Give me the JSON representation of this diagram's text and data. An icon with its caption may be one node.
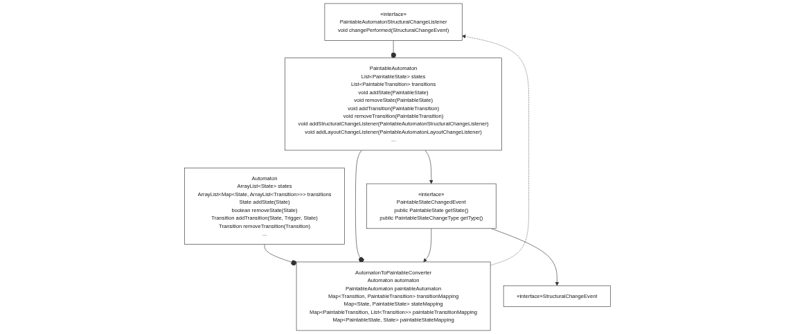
{
  "diagram": {
    "nodes": [
      {
        "text": [
          "«interface»",
          "PaintableAutomatonStructuralChangeListener",
          "void changePerformed(StructuralChangeEvent)"
        ]
      },
      {
        "text": [
          "Automaton",
          "ArrayList<State> states",
          "ArrayList<Map<State, ArrayList<Transition>>> transitions",
          "State addState(State)",
          "boolean removeState(State)",
          "Transition addTransition(State, Trigger, State)",
          "Transition removeTransition(Transition)",
          "..."
        ]
      },
      {
        "text": [
          "AutomatonToPaintableConverter",
          "Automaton automaton",
          "PaintableAutomaton paintableAutomaton",
          "Map<Transition, PaintableTransition> transitionMapping",
          "Map<State, PaintableState> stateMapping",
          "Map<PaintableTransition, List<Transition>> paintableTransitionMapping",
          "Map<PaintableState, State> paintableStateMapping"
        ]
      },
      {
        "text": [
          "PaintableAutomaton",
          "List<PaintableState> states",
          "List<PaintableTransition> transitions",
          "void addState(PaintableState)",
          "void removeState(PaintableState)",
          "void addTransition(PaintableTransition)",
          "void removeTransition(PaintableTransition)",
          "void addStructuralChangeListener(PaintableAutomatonStructuralChangeListener)",
          "void addLayoutChangeListener(PaintableAutomatonLayoutChangeListener)",
          "..."
        ]
      },
      {
        "text": [
          "«interface»",
          "PaintableStateChangedEvent",
          "public PaintableState getState()",
          "public PaintableStateChangeType getType()"
        ]
      },
      {
        "text": [
          "«interface»StructuralChangeEvent"
        ]
      }
    ],
    "edges": [
      {
        "from": 2,
        "to": 0,
        "arrow": "to",
        "style": "dashed"
      },
      {
        "from": 0,
        "to": 3,
        "arrow": "other"
      },
      {
        "from": 1,
        "to": 2,
        "arrow": "other"
      },
      {
        "from": 3,
        "to": 2,
        "arrow": "other"
      },
      {
        "from": 4,
        "to": 2,
        "arrow": "to"
      },
      {
        "from": 3,
        "to": 4,
        "arrow": "to"
      },
      {
        "from": 4,
        "to": 5,
        "arrow": "to"
      }
    ]
  }
}
